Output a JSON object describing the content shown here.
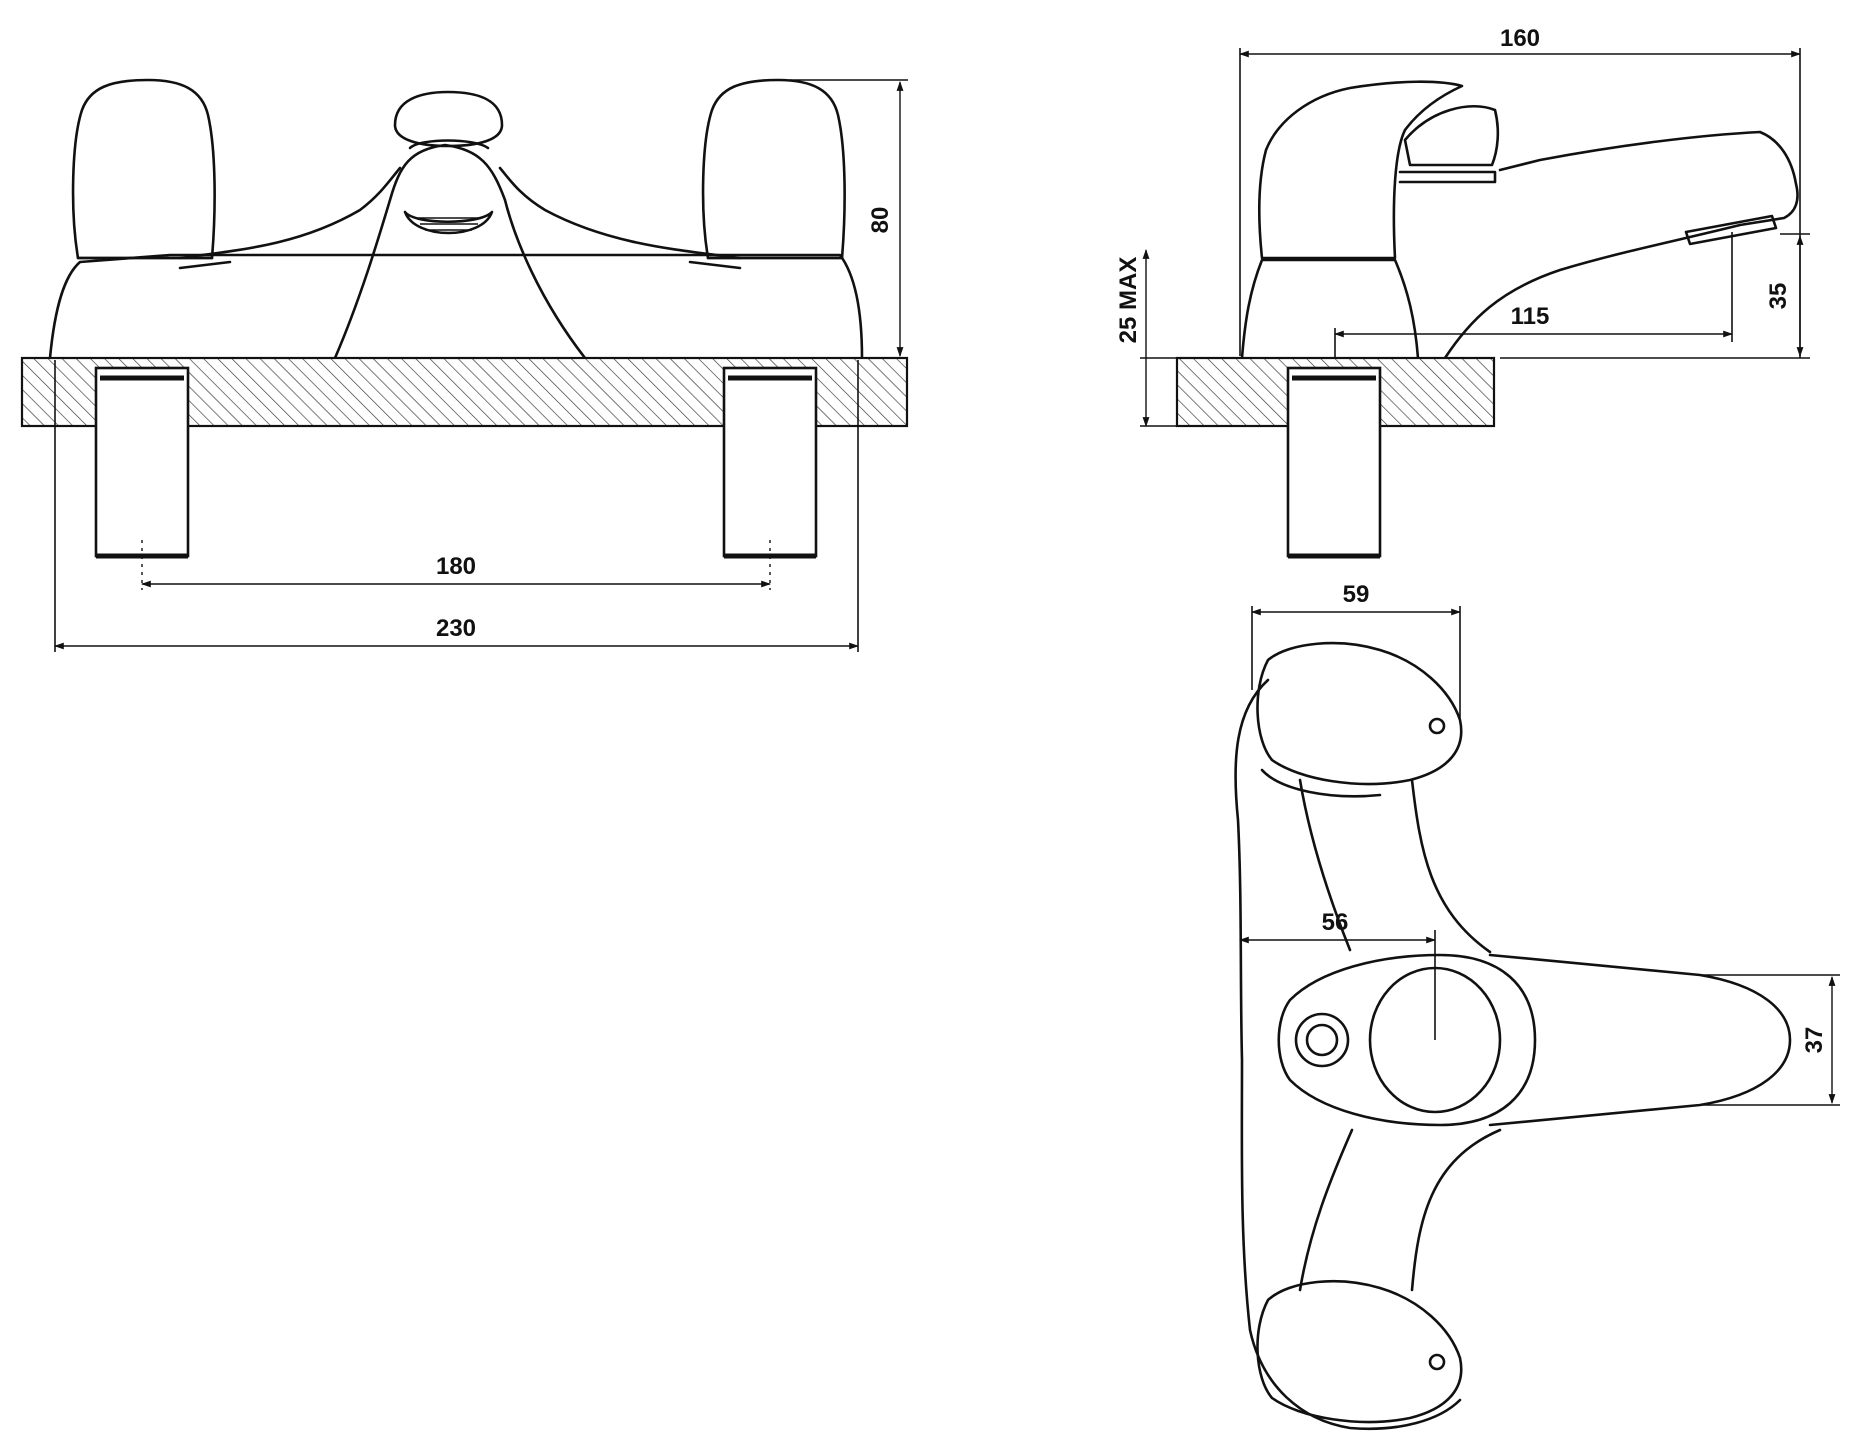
{
  "dimensions": {
    "front_overall_width": "230",
    "front_centres": "180",
    "front_height": "80",
    "side_overall_length": "160",
    "side_spout_projection": "115",
    "side_spout_height": "35",
    "side_deck_thickness": "25 MAX",
    "top_handle_width": "59",
    "top_spout_offset": "56",
    "top_spout_width": "37"
  },
  "colors": {
    "line": "#111111",
    "background": "#ffffff"
  }
}
